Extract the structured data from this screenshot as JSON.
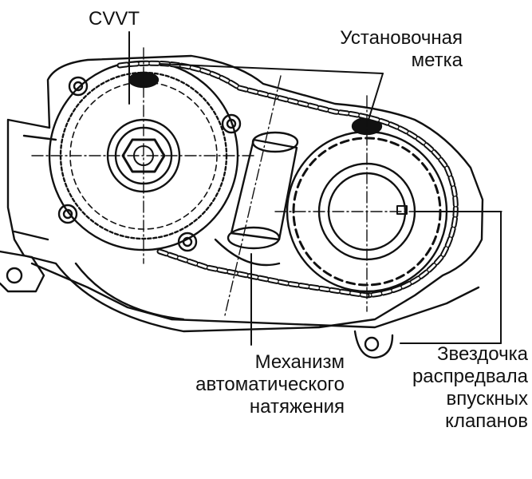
{
  "labels": {
    "cvvt": "CVVT",
    "timing_mark": [
      "Установочная",
      "метка"
    ],
    "tensioner": [
      "Механизм",
      "автоматического",
      "натяжения"
    ],
    "intake_sprocket": [
      "Звездочка",
      "распредвала",
      "впускных",
      "клапанов"
    ]
  },
  "colors": {
    "line": "#111111",
    "background": "#ffffff"
  }
}
